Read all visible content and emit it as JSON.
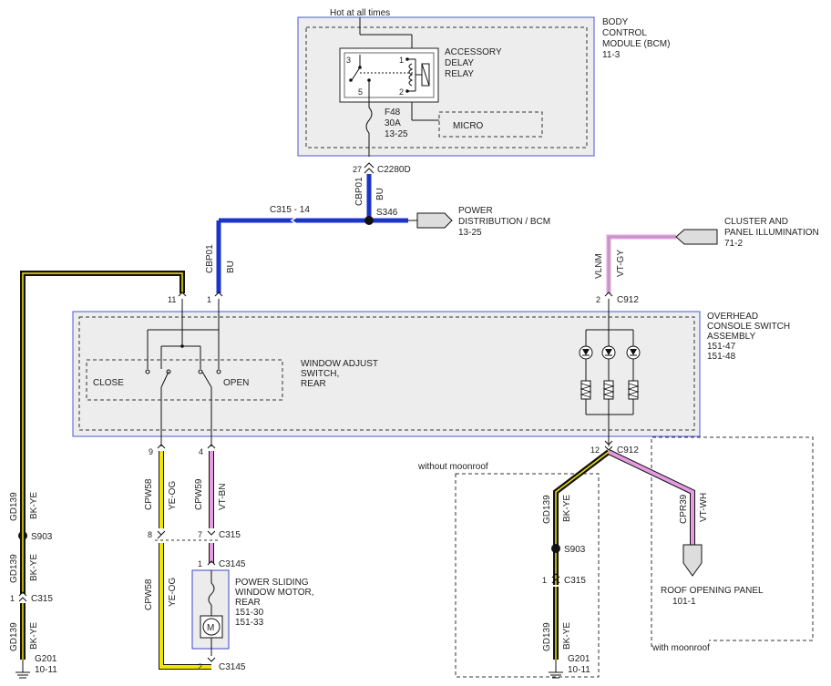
{
  "header": {
    "hot_text": "Hot at all times"
  },
  "bcm": {
    "title": [
      "BODY",
      "CONTROL",
      "MODULE (BCM)",
      "11-3"
    ],
    "relay_label": [
      "ACCESSORY",
      "DELAY",
      "RELAY"
    ],
    "pins": {
      "p1": "1",
      "p2": "2",
      "p3": "3",
      "p5": "5"
    },
    "fuse": [
      "F48",
      "30A",
      "13-25"
    ],
    "micro": "MICRO"
  },
  "connectors": {
    "c2280d_pin": "27",
    "c2280d": "C2280D",
    "c315_14": "C315 - 14",
    "s346": "S346",
    "pin11": "11",
    "pin1_top": "1",
    "pin2_c912": "2",
    "c912_top": "C912",
    "pin9": "9",
    "pin4": "4",
    "pin8": "8",
    "pin7": "7",
    "c315_mid": "C315",
    "pin1_c3145": "1",
    "c3145_top": "C3145",
    "pin2_c3145": "2",
    "c3145_bot": "C3145",
    "s903_left": "S903",
    "pin1_c315_left": "1",
    "c315_left": "C315",
    "g201_left": [
      "G201",
      "10-11"
    ],
    "pin12": "12",
    "c912_bot": "C912",
    "s903_right": "S903",
    "pin1_c315_right": "1",
    "c315_right": "C315",
    "g201_right": [
      "G201",
      "10-11"
    ]
  },
  "wires": {
    "cbp01_a": "CBP01",
    "bu_a": "BU",
    "cbp01_b": "CBP01",
    "bu_b": "BU",
    "vlnm": "VLNM",
    "vt_gy": "VT-GY",
    "gd139_1": "GD139",
    "bk_ye_1": "BK-YE",
    "gd139_2": "GD139",
    "bk_ye_2": "BK-YE",
    "gd139_3": "GD139",
    "bk_ye_3": "BK-YE",
    "cpw58_a": "CPW58",
    "ye_og_a": "YE-OG",
    "cpw59": "CPW59",
    "vt_bn": "VT-BN",
    "cpw58_b": "CPW58",
    "ye_og_b": "YE-OG",
    "gd139_4": "GD139",
    "bk_ye_4": "BK-YE",
    "gd139_5": "GD139",
    "bk_ye_5": "BK-YE",
    "cpr39": "CPR39",
    "vt_wh": "VT-WH"
  },
  "destinations": {
    "power_dist": [
      "POWER",
      "DISTRIBUTION / BCM",
      "13-25"
    ],
    "cluster": [
      "CLUSTER AND",
      "PANEL ILLUMINATION",
      "71-2"
    ]
  },
  "overhead": {
    "title": [
      "OVERHEAD",
      "CONSOLE SWITCH",
      "ASSEMBLY",
      "151-47",
      "151-48"
    ]
  },
  "switch": {
    "label": [
      "WINDOW ADJUST",
      "SWITCH,",
      "REAR"
    ],
    "close": "CLOSE",
    "open": "OPEN"
  },
  "motor": {
    "label": [
      "POWER SLIDING",
      "WINDOW MOTOR,",
      "REAR",
      "151-30",
      "151-33"
    ],
    "symbol": "M"
  },
  "moonroof": {
    "without": "without moonroof",
    "with": "with moonroof",
    "roof_panel": [
      "ROOF OPENING PANEL",
      "101-1"
    ]
  },
  "colors": {
    "blue": "#1c35c8",
    "yellow": "#f2e600",
    "pink": "#e49be0",
    "black": "#111111",
    "box_fill": "#eeeeee",
    "box_border": "#4a58d8"
  }
}
